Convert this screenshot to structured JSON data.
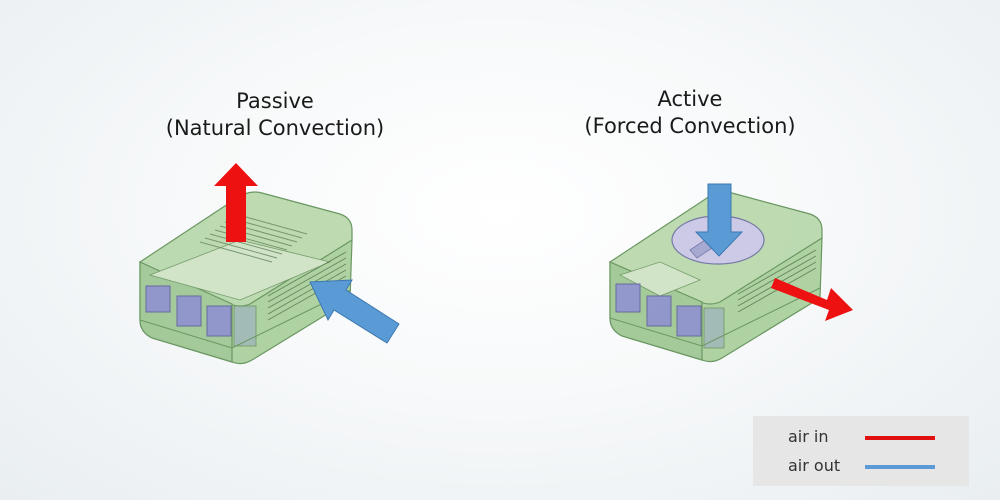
{
  "panels": {
    "passive": {
      "title": "Passive",
      "subtitle": "(Natural Convection)"
    },
    "active": {
      "title": "Active",
      "subtitle": "(Forced Convection)"
    }
  },
  "legend": {
    "items": [
      {
        "label": "air in",
        "color": "#e01010"
      },
      {
        "label": "air out",
        "color": "#5b9bd5"
      }
    ]
  },
  "colors": {
    "case_fill": "#a9cf9c",
    "case_edge": "#5f8f55",
    "port_fill": "#8a8fc8",
    "arrow_red": "#ee1111",
    "arrow_blue": "#5b9bd5"
  }
}
